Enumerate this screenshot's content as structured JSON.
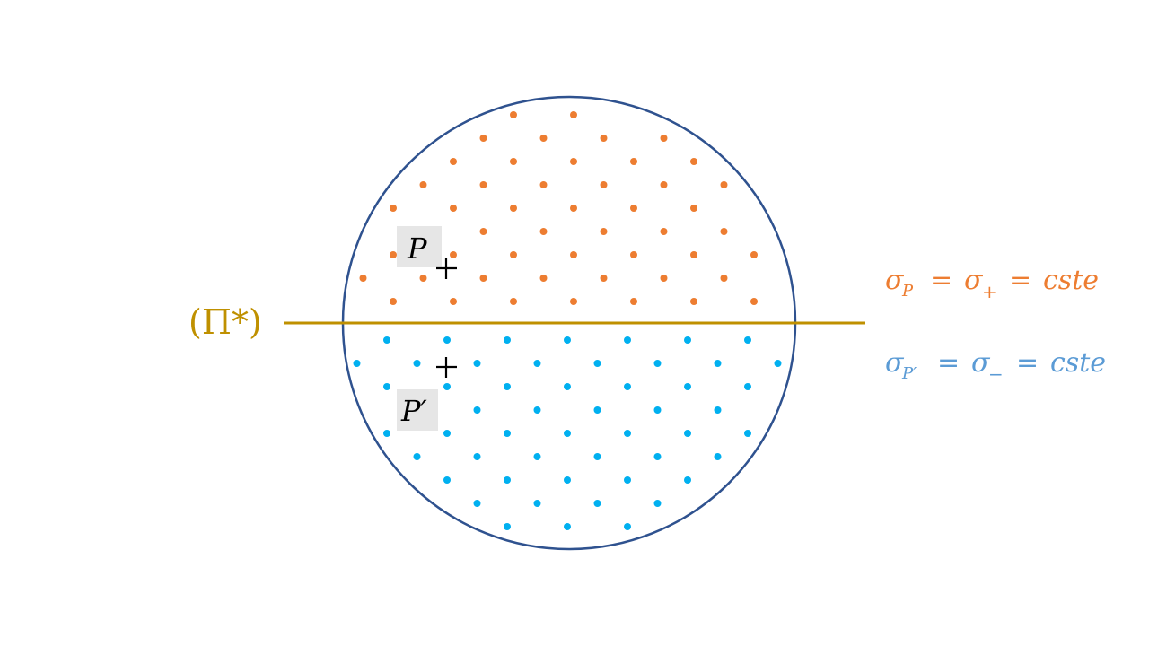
{
  "plane_label": "(Π*)",
  "point_p_label": "P",
  "point_p_prime_label": "P′",
  "upper_charge": {
    "sigma_sub": "P",
    "plus_sub": "+",
    "rhs": "cste"
  },
  "lower_charge": {
    "sigma_sub": "P′",
    "minus_sub": "−",
    "rhs": "cste"
  },
  "colors": {
    "circle": "#2f528f",
    "plane": "#bf9000",
    "positive": "#ed7d31",
    "negative": "#00b0f0",
    "lower_text": "#5b9bd5",
    "marker": "#000000"
  }
}
